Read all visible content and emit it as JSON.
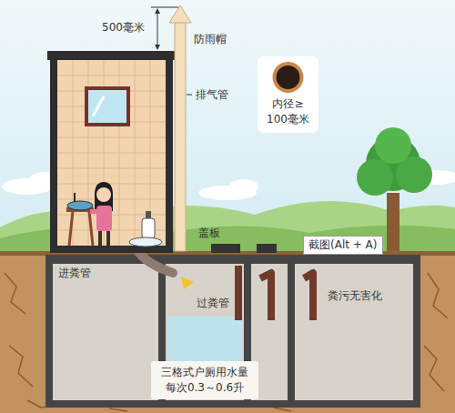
{
  "diagram": {
    "nodes": [
      {
        "text": [
          "内径≥ 100毫米"
        ]
      },
      {
        "text": [
          "截图(Alt + A)"
        ]
      },
      {
        "text": [
          "三格式户厕用水量 每次0.3～0.6升"
        ]
      }
    ],
    "labels": [
      "500毫米",
      "防雨帽",
      "排气管",
      "盖板",
      "进粪管",
      "过粪管",
      "粪污无害化"
    ]
  }
}
